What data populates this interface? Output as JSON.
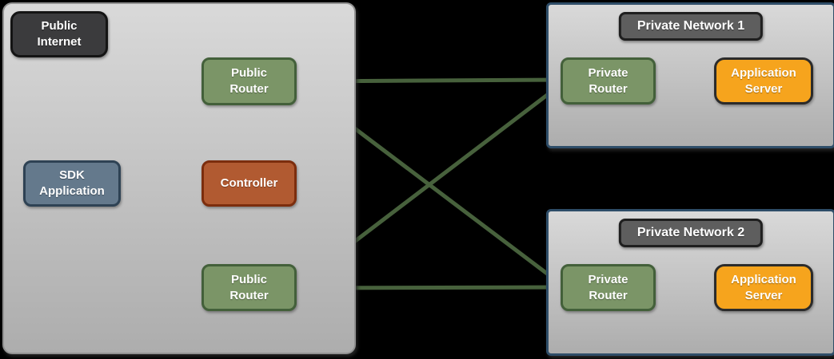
{
  "colors": {
    "page_background": "#000000",
    "container_fill_top": "#d9d9d9",
    "container_fill_bottom": "#adadad",
    "container_border_gray": "#919191",
    "private_network_border": "#2e4d68",
    "link_green": "#47613c",
    "router_fill": "#7b9567",
    "router_border": "#43603a",
    "controller_fill": "#b15a31",
    "controller_border": "#7c2d0d",
    "sdk_fill": "#64798c",
    "sdk_border": "#2e4254",
    "server_fill": "#f6a41d",
    "server_border": "#2b2b2b",
    "internet_badge_fill": "#3b3b3d",
    "network_badge_fill": "#5e5e5e",
    "label_text": "#ffffff"
  },
  "public_internet": {
    "badge": "Public Internet",
    "sdk_application": "SDK Application",
    "controller": "Controller",
    "public_router_top": "Public Router",
    "public_router_bottom": "Public Router"
  },
  "private_network_1": {
    "badge": "Private Network 1",
    "private_router": "Private Router",
    "application_server": "Application Server"
  },
  "private_network_2": {
    "badge": "Private Network 2",
    "private_router": "Private Router",
    "application_server": "Application Server"
  }
}
